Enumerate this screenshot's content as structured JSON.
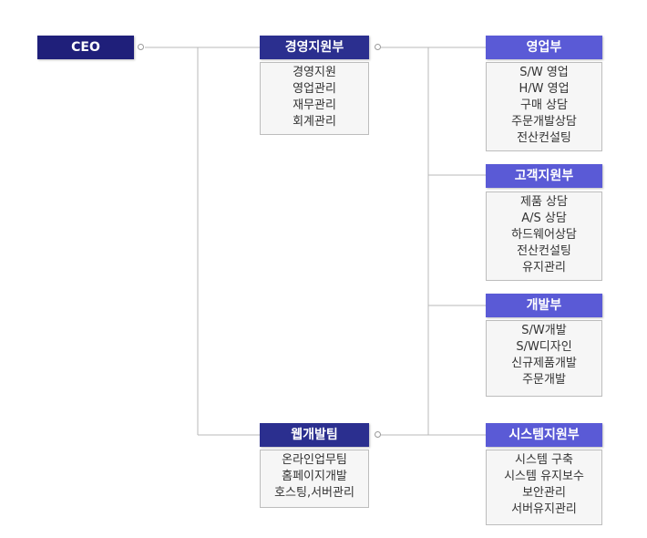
{
  "colors": {
    "ceo": "#1f1f7a",
    "primary": "#2b2f8f",
    "secondary": "#5a5ad6",
    "line": "#b8b8b8"
  },
  "ceo": {
    "title": "CEO"
  },
  "management": {
    "title": "경영지원부",
    "items": [
      "경영지원",
      "영업관리",
      "재무관리",
      "회계관리"
    ]
  },
  "web_team": {
    "title": "웹개발팀",
    "items": [
      "온라인업무팀",
      "홈페이지개발",
      "호스팅,서버관리"
    ]
  },
  "sales": {
    "title": "영업부",
    "items": [
      "S/W 영업",
      "H/W 영업",
      "구매 상담",
      "주문개발상담",
      "전산컨설팅"
    ]
  },
  "customer_support": {
    "title": "고객지원부",
    "items": [
      "제품 상담",
      "A/S 상담",
      "하드웨어상담",
      "전산컨설팅",
      "유지관리"
    ]
  },
  "development": {
    "title": "개발부",
    "items": [
      "S/W개발",
      "S/W디자인",
      "신규제품개발",
      "주문개발"
    ]
  },
  "system_support": {
    "title": "시스템지원부",
    "items": [
      "시스템 구축",
      "시스템 유지보수",
      "보안관리",
      "서버유지관리"
    ]
  }
}
